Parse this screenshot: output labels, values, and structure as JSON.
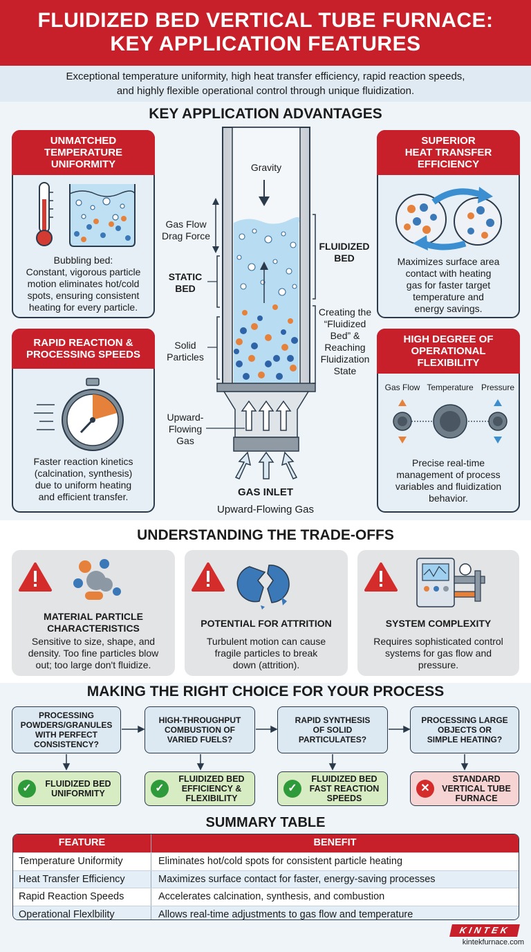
{
  "title": {
    "line1": "FLUIDIZED BED VERTICAL TUBE FURNACE:",
    "line2": "KEY APPLICATION FEATURES"
  },
  "intro": {
    "line1": "Exceptional temperature uniformity, high heat transfer efficiency, rapid reaction speeds,",
    "line2": "and highly flexible operational control through unique fluidization."
  },
  "advantages": {
    "heading": "KEY APPLICATION ADVANTAGES",
    "uniformity": {
      "title": [
        "UNMATCHED",
        "TEMPERATURE",
        "UNIFORMITY"
      ],
      "text": [
        "Bubbling bed:",
        "Constant, vigorous particle",
        "motion eliminates hot/cold",
        "spots, ensuring consistent",
        "heating for every particle."
      ]
    },
    "heat_transfer": {
      "title": [
        "SUPERIOR",
        "HEAT TRANSFER",
        "EFFICIENCY"
      ],
      "text": [
        "Maximizes surface area",
        "contact with heating",
        "gas for faster target",
        "temperature and",
        "energy savings."
      ]
    },
    "rapid": {
      "title": [
        "RAPID REACTION &",
        "PROCESSING SPEEDS"
      ],
      "text": [
        "Faster reaction kinetics",
        "(calcination, synthesis)",
        "due to uniform heating",
        "and efficient transfer."
      ]
    },
    "flexibility": {
      "title": [
        "HIGH DEGREE OF",
        "OPERATIONAL",
        "FLEXIBILITY"
      ],
      "dial_labels": [
        "Gas Flow",
        "Temperature",
        "Pressure"
      ],
      "text": [
        "Precise real-time",
        "management of process",
        "variables and fluidization",
        "behavior."
      ]
    }
  },
  "diagram": {
    "gravity": "Gravity",
    "drag": [
      "Gas Flow",
      "Drag Force"
    ],
    "static_bed": [
      "STATIC",
      "BED"
    ],
    "solid_particles": [
      "Solid",
      "Particles"
    ],
    "upward_gas": [
      "Upward-",
      "Flowing",
      "Gas"
    ],
    "fluidized_bed": [
      "FLUIDIZED",
      "BED"
    ],
    "creating": [
      "Creating the",
      "“Fluidized",
      "Bed” &",
      "Reaching",
      "Fluidization",
      "State"
    ],
    "gas_inlet": "GAS INLET",
    "gas_inlet_sub": "Upward-Flowing Gas"
  },
  "tradeoffs": {
    "heading": "UNDERSTANDING THE TRADE-OFFS",
    "items": [
      {
        "title": [
          "MATERIAL PARTICLE",
          "CHARACTERISTICS"
        ],
        "text": [
          "Sensitive to size, shape, and",
          "density. Too fine particles blow",
          "out; too large don't fluidize."
        ]
      },
      {
        "title": [
          "POTENTIAL FOR ATTRITION"
        ],
        "text": [
          "Turbulent motion can cause",
          "fragile particles to break",
          "down (attrition)."
        ]
      },
      {
        "title": [
          "SYSTEM COMPLEXITY"
        ],
        "text": [
          "Requires sophisticated control",
          "systems for gas flow and",
          "pressure."
        ]
      }
    ]
  },
  "choice": {
    "heading": "MAKING THE RIGHT CHOICE FOR YOUR PROCESS",
    "questions": [
      [
        "PROCESSING",
        "POWDERS/GRANULES",
        "WITH PERFECT",
        "CONSISTENCY?"
      ],
      [
        "HIGH-THROUGHPUT",
        "COMBUSTION OF",
        "VARIED FUELS?"
      ],
      [
        "RAPID SYNTHESIS",
        "OF SOLID",
        "PARTICULATES?"
      ],
      [
        "PROCESSING LARGE",
        "OBJECTS OR",
        "SIMPLE HEATING?"
      ]
    ],
    "answers": [
      [
        "FLUIDIZED BED",
        "UNIFORMITY"
      ],
      [
        "FLUIDIZED BED",
        "EFFICIENCY &",
        "FLEXIBILITY"
      ],
      [
        "FLUIDIZED BED",
        "FAST REACTION",
        "SPEEDS"
      ],
      [
        "STANDARD",
        "VERTICAL TUBE",
        "FURNACE"
      ]
    ]
  },
  "summary": {
    "heading": "SUMMARY TABLE",
    "headers": [
      "FEATURE",
      "BENEFIT"
    ],
    "rows": [
      [
        "Temperature Uniformity",
        "Eliminates hot/cold spots for consistent particle heating"
      ],
      [
        "Heat Transfer Efficiency",
        "Maximizes surface contact for faster, energy-saving processes"
      ],
      [
        "Rapid Reaction Speeds",
        "Accelerates calcination, synthesis, and combustion"
      ],
      [
        "Operational Flexlbility",
        "Allows real-time adjustments to gas flow and temperature"
      ]
    ]
  },
  "brand": {
    "logo": "KINTEK",
    "url": "kintekfurnace.com"
  },
  "colors": {
    "accent_red": "#c8202a",
    "card_bg": "#e6eff6",
    "good": "#2f9a3a",
    "bad": "#d42b2b"
  }
}
